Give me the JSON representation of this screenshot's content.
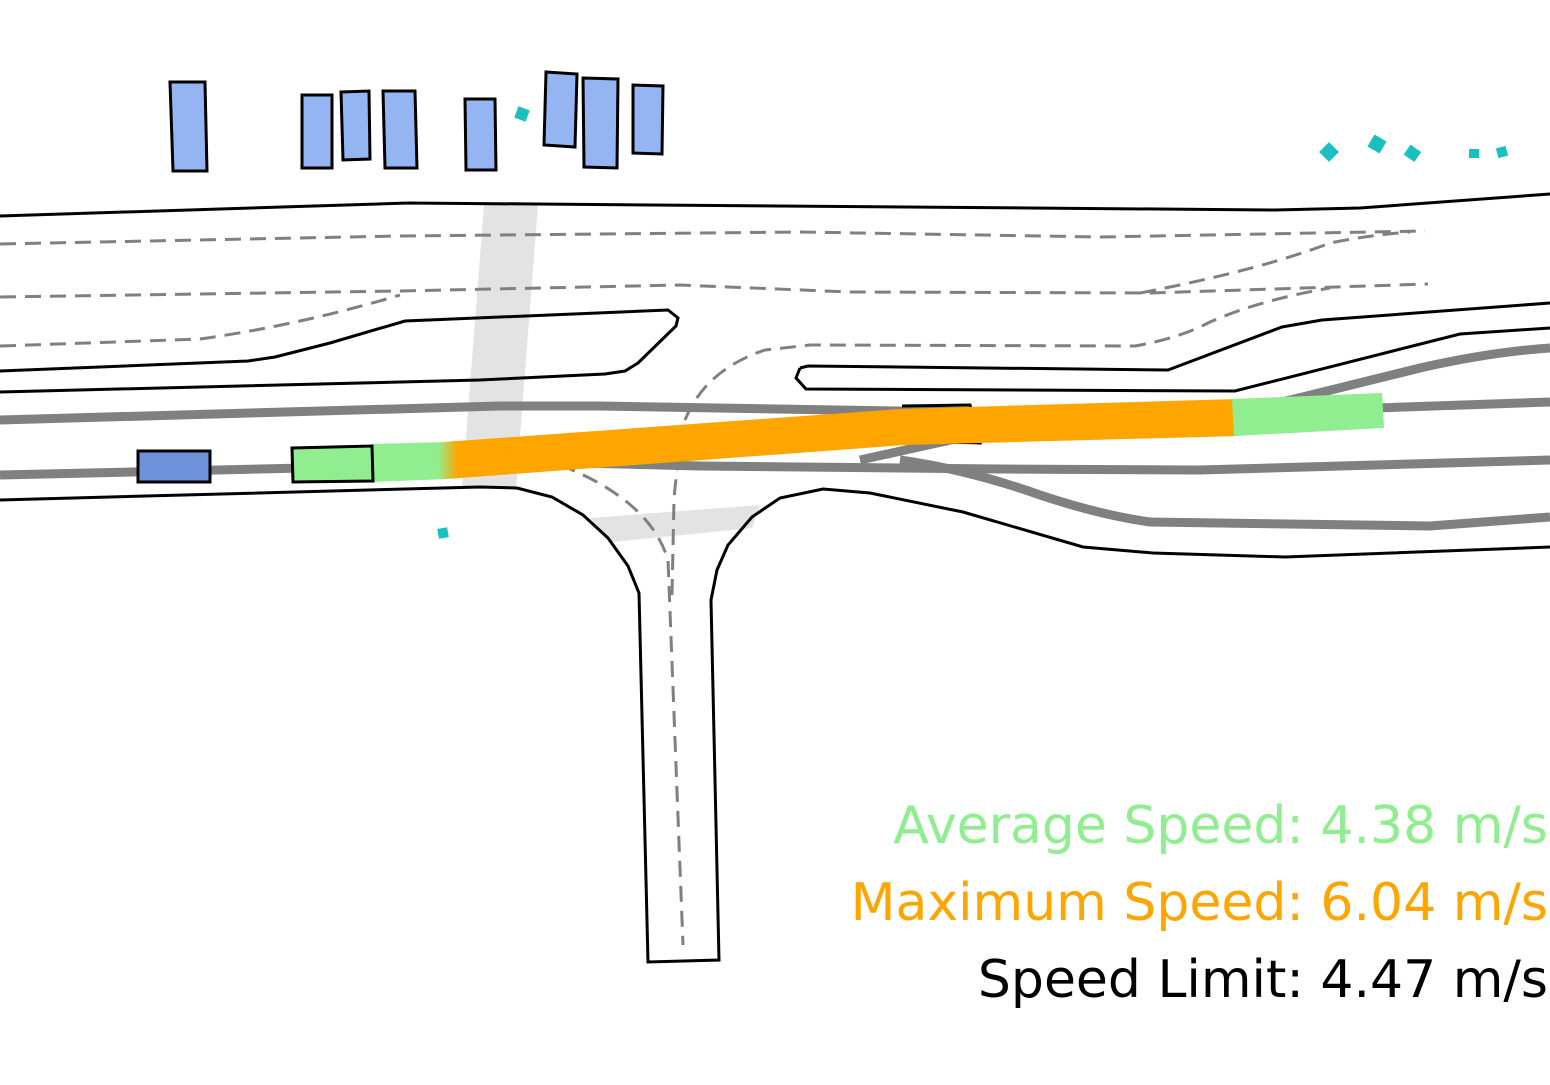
{
  "colors": {
    "average": "#90ee90",
    "maximum": "#ffa500",
    "limit": "#000000",
    "vehicle_fill": "#94b4f2",
    "pedestrian": "#1ac0c0",
    "centerline": "#808080",
    "road_edge": "#000000",
    "crosswalk": "#e0e0e0"
  },
  "legend": {
    "average_speed": "Average Speed: 4.38 m/s",
    "maximum_speed": "Maximum Speed: 6.04 m/s",
    "speed_limit": "Speed Limit: 4.47 m/s"
  }
}
